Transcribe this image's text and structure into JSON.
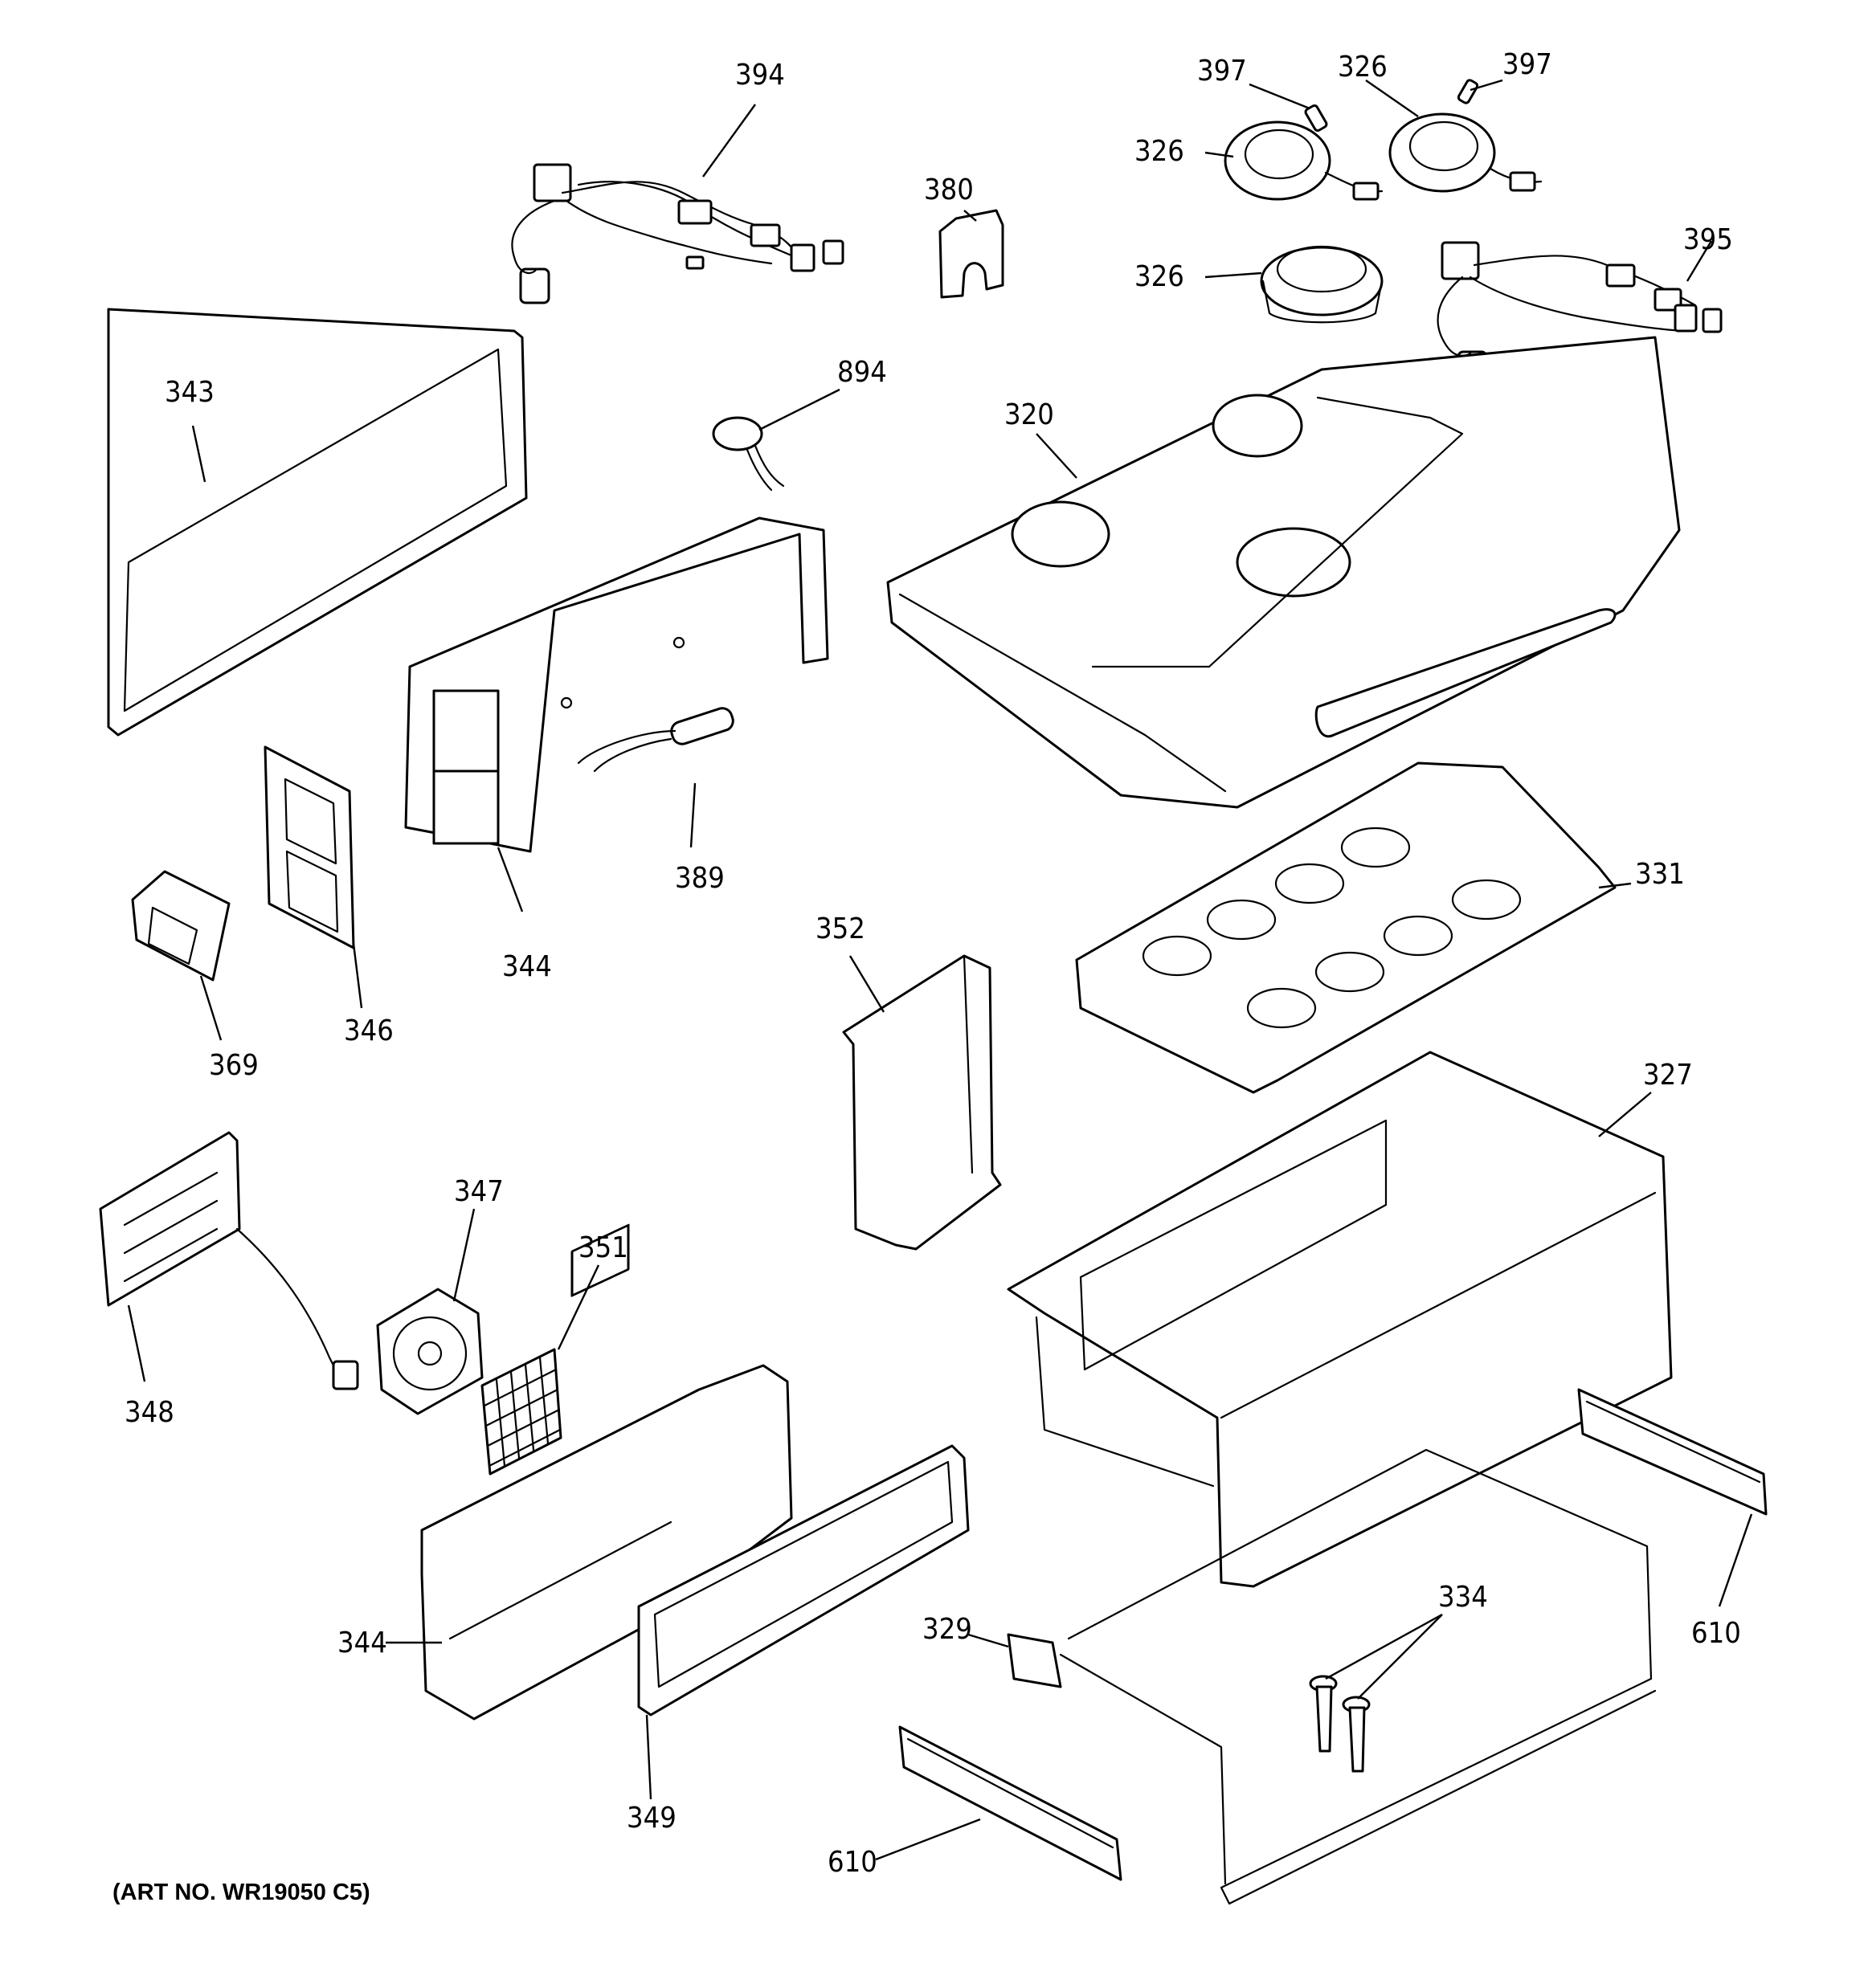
{
  "diagram": {
    "callouts": [
      {
        "id": "c394",
        "label": "394"
      },
      {
        "id": "c380",
        "label": "380"
      },
      {
        "id": "c397a",
        "label": "397"
      },
      {
        "id": "c326a",
        "label": "326"
      },
      {
        "id": "c397b",
        "label": "397"
      },
      {
        "id": "c326b",
        "label": "326"
      },
      {
        "id": "c326c",
        "label": "326"
      },
      {
        "id": "c395",
        "label": "395"
      },
      {
        "id": "c343",
        "label": "343"
      },
      {
        "id": "c894",
        "label": "894"
      },
      {
        "id": "c320",
        "label": "320"
      },
      {
        "id": "c389",
        "label": "389"
      },
      {
        "id": "c344a",
        "label": "344"
      },
      {
        "id": "c331",
        "label": "331"
      },
      {
        "id": "c352",
        "label": "352"
      },
      {
        "id": "c346",
        "label": "346"
      },
      {
        "id": "c369",
        "label": "369"
      },
      {
        "id": "c327",
        "label": "327"
      },
      {
        "id": "c347",
        "label": "347"
      },
      {
        "id": "c351",
        "label": "351"
      },
      {
        "id": "c348",
        "label": "348"
      },
      {
        "id": "c610a",
        "label": "610"
      },
      {
        "id": "c334",
        "label": "334"
      },
      {
        "id": "c344b",
        "label": "344"
      },
      {
        "id": "c329",
        "label": "329"
      },
      {
        "id": "c349",
        "label": "349"
      },
      {
        "id": "c610b",
        "label": "610"
      }
    ],
    "art_number": "(ART NO. WR19050 C5)"
  }
}
